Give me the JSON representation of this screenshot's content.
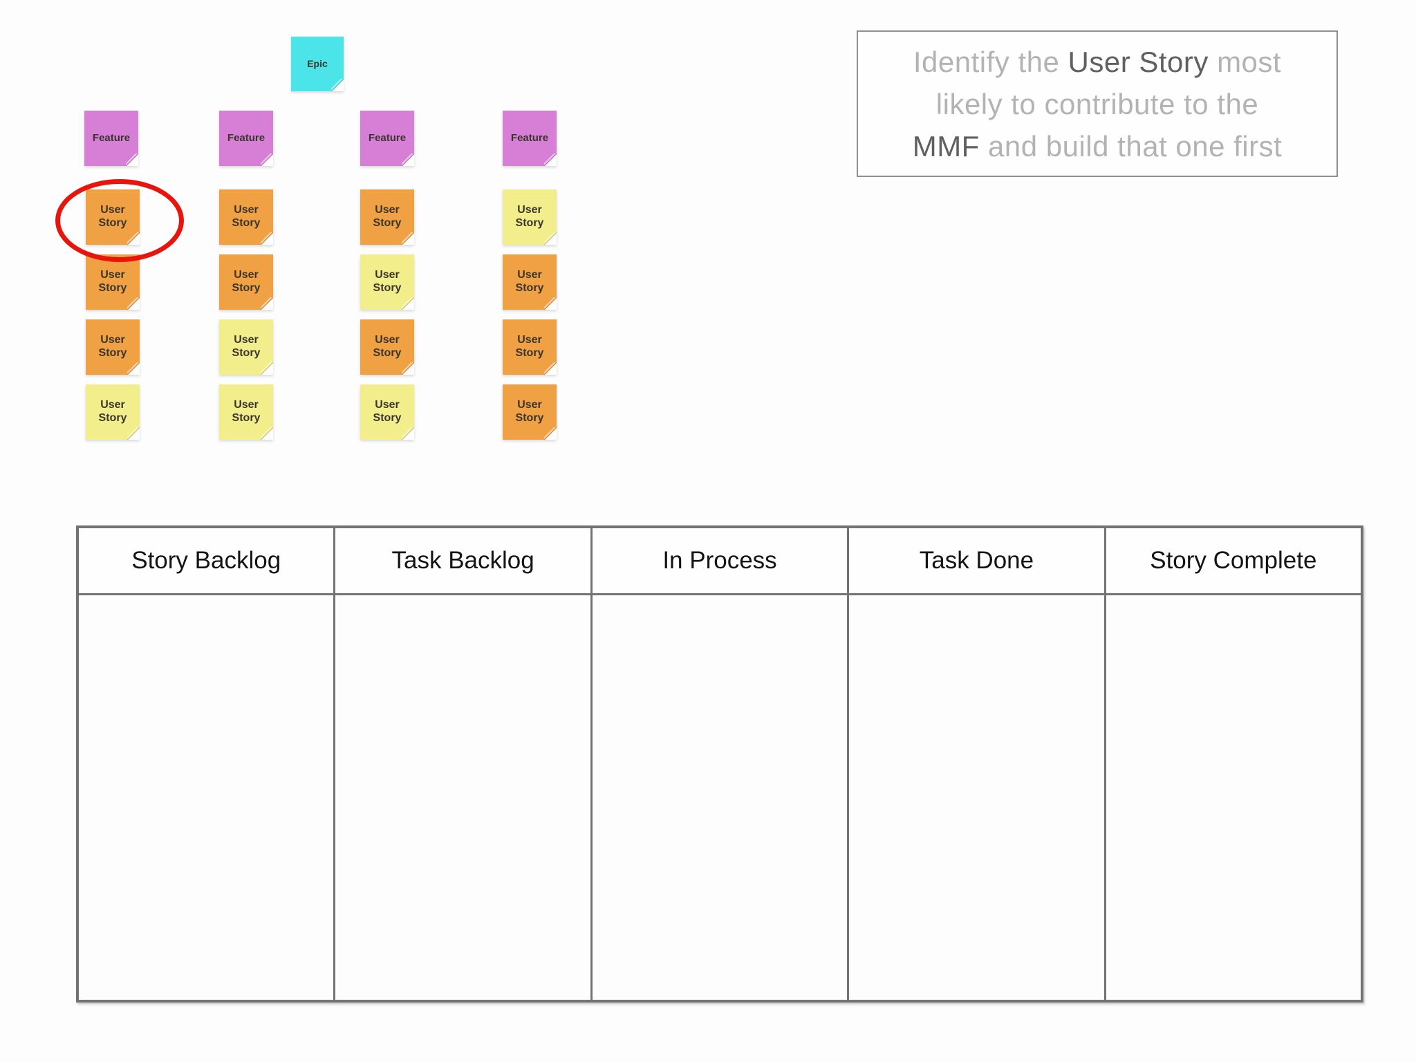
{
  "slide": {
    "background_color": "#fdfdfd"
  },
  "diagram": {
    "epic": {
      "label": "Epic",
      "color": "cyan"
    },
    "features": [
      {
        "label": "Feature",
        "color": "purple"
      },
      {
        "label": "Feature",
        "color": "purple"
      },
      {
        "label": "Feature",
        "color": "purple"
      },
      {
        "label": "Feature",
        "color": "purple"
      }
    ],
    "story_columns": [
      {
        "stories": [
          {
            "label": "User Story",
            "color": "orange",
            "circled": true
          },
          {
            "label": "User Story",
            "color": "orange"
          },
          {
            "label": "User Story",
            "color": "orange"
          },
          {
            "label": "User Story",
            "color": "yellow"
          }
        ]
      },
      {
        "stories": [
          {
            "label": "User Story",
            "color": "orange"
          },
          {
            "label": "User Story",
            "color": "orange"
          },
          {
            "label": "User Story",
            "color": "yellow"
          },
          {
            "label": "User Story",
            "color": "yellow"
          }
        ]
      },
      {
        "stories": [
          {
            "label": "User Story",
            "color": "orange"
          },
          {
            "label": "User Story",
            "color": "yellow"
          },
          {
            "label": "User Story",
            "color": "orange"
          },
          {
            "label": "User Story",
            "color": "yellow"
          }
        ]
      },
      {
        "stories": [
          {
            "label": "User Story",
            "color": "yellow"
          },
          {
            "label": "User Story",
            "color": "orange"
          },
          {
            "label": "User Story",
            "color": "orange"
          },
          {
            "label": "User Story",
            "color": "orange"
          }
        ]
      }
    ],
    "highlight_circle": {
      "color": "#e8150d",
      "shape": "ellipse-outline",
      "marks": "first user story of column 1"
    }
  },
  "instruction_box": {
    "segments": [
      {
        "text": "Identify the ",
        "emphasis": false
      },
      {
        "text": "User Story",
        "emphasis": true
      },
      {
        "text": " most",
        "emphasis": false
      },
      {
        "text": "likely to contribute to the",
        "emphasis": false
      },
      {
        "text": "MMF",
        "emphasis": true
      },
      {
        "text": " and build that one first",
        "emphasis": false
      }
    ]
  },
  "board": {
    "columns": [
      {
        "label": "Story Backlog"
      },
      {
        "label": "Task Backlog"
      },
      {
        "label": "In Process"
      },
      {
        "label": "Task Done"
      },
      {
        "label": "Story Complete"
      }
    ]
  },
  "colors": {
    "cyan": "#4be4e8",
    "purple": "#d77fd7",
    "orange": "#f0a143",
    "yellow": "#f3ee8c",
    "red_circle": "#e8150d",
    "table_border": "#737373",
    "instruction_text": "#b3b3b3",
    "instruction_emphasis": "#606060"
  }
}
